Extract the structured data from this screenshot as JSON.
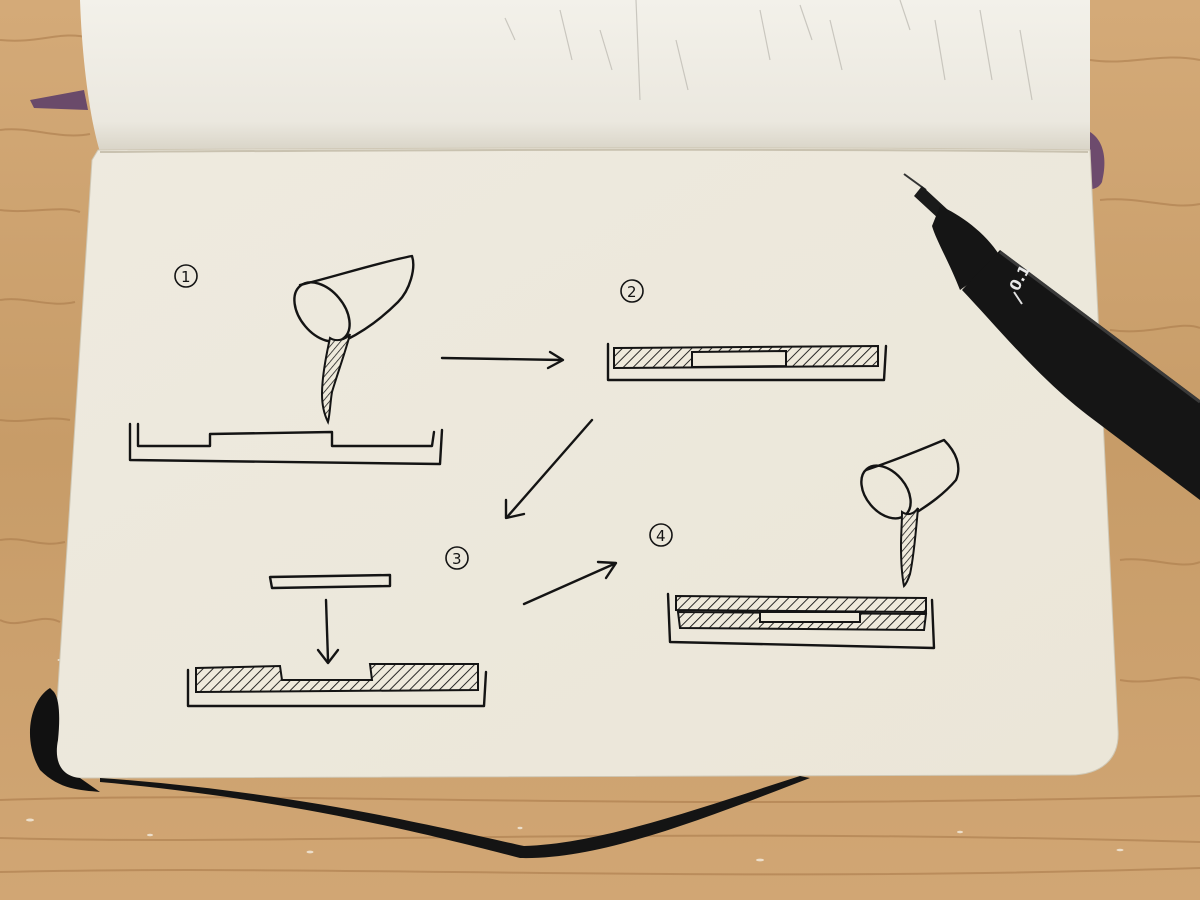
{
  "photo": {
    "colors": {
      "wood_light": "#d2a876",
      "wood_dark": "#a9784a",
      "paper": "#efeadc",
      "paper_shadow": "#ddd6c4",
      "ink": "#141414",
      "ribbon": "#6a4a6a",
      "elastic": "#111111",
      "pen_body": "#151515"
    }
  },
  "sketch": {
    "steps": [
      {
        "label": "1"
      },
      {
        "label": "2"
      },
      {
        "label": "3"
      },
      {
        "label": "4"
      }
    ]
  },
  "pen": {
    "tip_size": "0.1"
  }
}
